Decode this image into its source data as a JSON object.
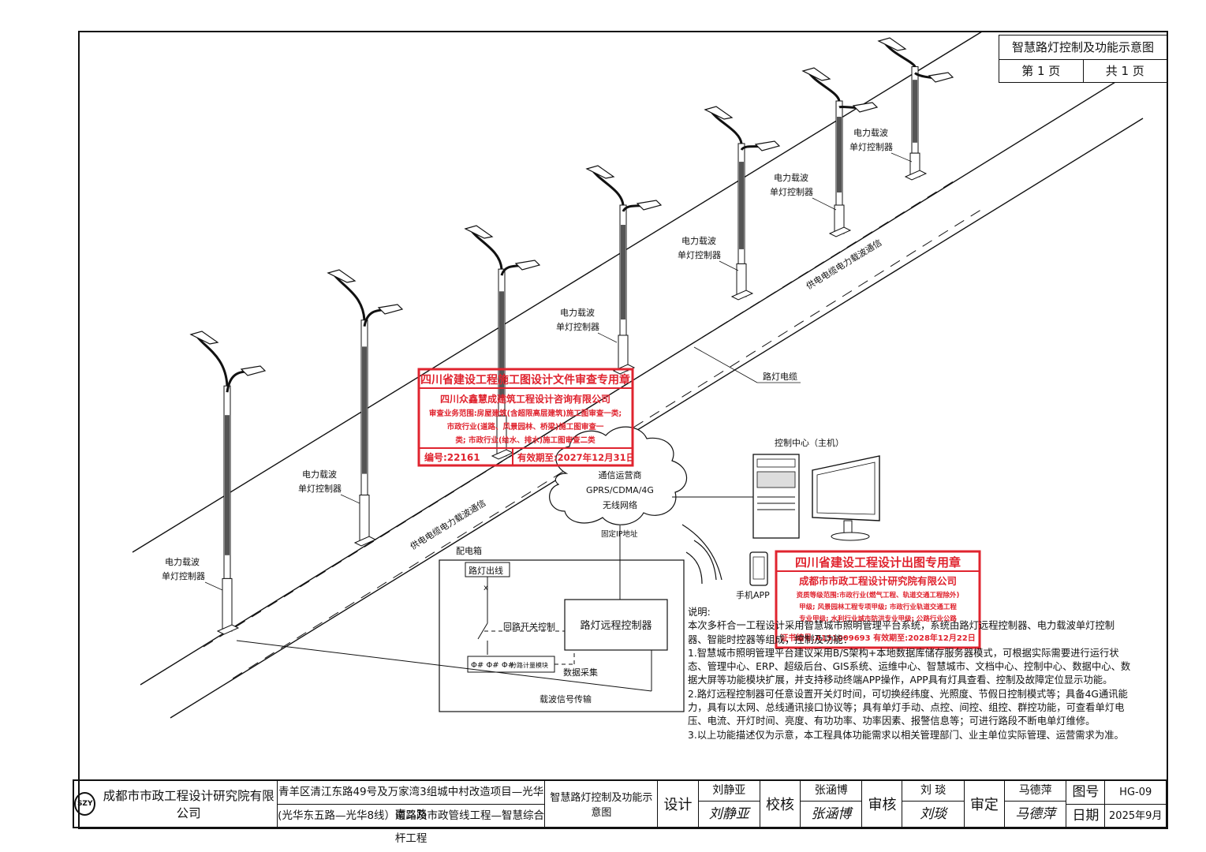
{
  "corner": {
    "title": "智慧路灯控制及功能示意图",
    "page": "第 1 页",
    "total": "共 1 页"
  },
  "labels": {
    "plc_controller_line1": "电力载波",
    "plc_controller_line2": "单灯控制器",
    "cable_comm": "供电电缆电力载波通信",
    "street_cable": "路灯电缆",
    "control_center": "控制中心（主机）",
    "cloud_line1": "通信运营商",
    "cloud_line2": "GPRS/CDMA/4G",
    "cloud_line3": "无线网络",
    "fixed_ip": "固定IP地址",
    "mobile_app": "手机APP",
    "dist_box": "配电箱",
    "street_outlet": "路灯出线",
    "loop_switch": "回路开关控制",
    "remote_controller": "路灯远程控制器",
    "meter_module": "分路计量模块",
    "data_collect": "数据采集",
    "carrier_signal": "载波信号传输"
  },
  "stamp1": {
    "title": "四川省建设工程施工图设计文件审查专用章",
    "org": "四川众鑫慧成建筑工程设计咨询有限公司",
    "scope1": "审查业务范围:房屋建筑(含超限高层建筑)施工图审查一类;",
    "scope2": "市政行业(道路、风景园林、桥梁)施工图审查一",
    "scope3": "类; 市政行业(给水、排水)施工图审查二类",
    "number": "编号:22161",
    "valid": "有效期至:2027年12月31日"
  },
  "stamp2": {
    "title": "四川省建设工程设计出图专用章",
    "org": "成都市市政工程设计研究院有限公司",
    "line1": "资质等级范围:市政行业(燃气工程、轨道交通工程除外)",
    "line2": "甲级; 风景园林工程专项甲级; 市政行业轨道交通工程",
    "line3": "专业甲级; 水利行业城市防洪专业甲级; 公路行业公路",
    "line4": "证书编号:A151009693  有效期至:2028年12月22日"
  },
  "notes": {
    "heading": "说明:",
    "intro1": "本次多杆合一工程设计采用智慧城市照明管理平台系统，系统由路灯远程控制器、电力载波单灯控制",
    "intro2": "器、智能时控器等组成，控制及功能：",
    "n1a": "1.智慧城市照明管理平台建议采用B/S架构+本地数据库储存服务器模式，可根据实际需要进行运行状",
    "n1b": "态、管理中心、ERP、超级后台、GIS系统、运维中心、智慧城市、文档中心、控制中心、数据中心、数",
    "n1c": "据大屏等功能模块扩展，并支持移动终端APP操作，APP具有灯具查看、控制及故障定位显示功能。",
    "n2a": "2.路灯远程控制器可任意设置开关灯时间，可切换经纬度、光照度、节假日控制模式等；具备4G通讯能",
    "n2b": "力，具有以太网、总线通讯接口协议等；具有单灯手动、点控、间控、组控、群控功能，可查看单灯电",
    "n2c": "压、电流、开灯时间、亮度、有功功率、功率因素、报警信息等；可进行路段不断电单灯维修。",
    "n3": "3.以上功能描述仅为示意，本工程具体功能需求以相关管理部门、业主单位实际管理、运营需求为准。"
  },
  "titleblock": {
    "company": "成都市市政工程设计研究院有限公司",
    "logo": "SZY",
    "project1": "青羊区清江东路49号及万家湾3组城中村改造项目—光华南二路",
    "project2": "(光华东五路—光华8线）道路及市政管线工程—智慧综合杆工程",
    "drawing_name": "智慧路灯控制及功能示意图",
    "design_label": "设计",
    "designer": "刘静亚",
    "designer_sign": "刘静亚",
    "check_label": "校核",
    "checker": "张涵博",
    "checker_sign": "张涵博",
    "review_label": "审核",
    "reviewer": "刘 琰",
    "reviewer_sign": "刘琰",
    "approve_label": "审定",
    "approver": "马德萍",
    "approver_sign": "马德萍",
    "dwg_no_label": "图号",
    "dwg_no": "HG-09",
    "date_label": "日期",
    "date": "2025年9月"
  }
}
